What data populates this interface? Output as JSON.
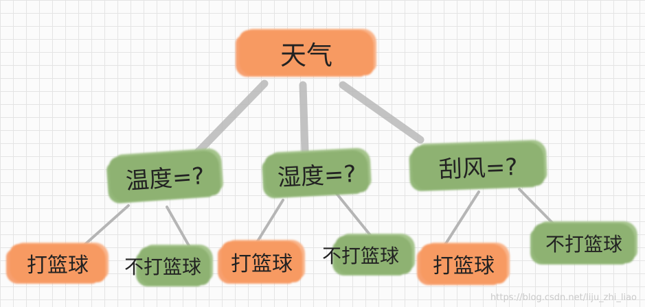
{
  "root": {
    "label": "天气",
    "color": "#f79a62"
  },
  "branches": [
    {
      "question": "温度=?",
      "color": "#8eb272",
      "leaves": [
        {
          "label": "打篮球",
          "style": "orange"
        },
        {
          "label": "不打篮球",
          "style": "green"
        }
      ]
    },
    {
      "question": "湿度=?",
      "color": "#8eb272",
      "leaves": [
        {
          "label": "打篮球",
          "style": "orange"
        },
        {
          "label": "不打篮球",
          "style": "green"
        }
      ]
    },
    {
      "question": "刮风=?",
      "color": "#8eb272",
      "leaves": [
        {
          "label": "打篮球",
          "style": "orange"
        },
        {
          "label": "不打篮球",
          "style": "green"
        }
      ]
    }
  ],
  "watermark": "https://blog.csdn.net/liju_zhi_liao"
}
